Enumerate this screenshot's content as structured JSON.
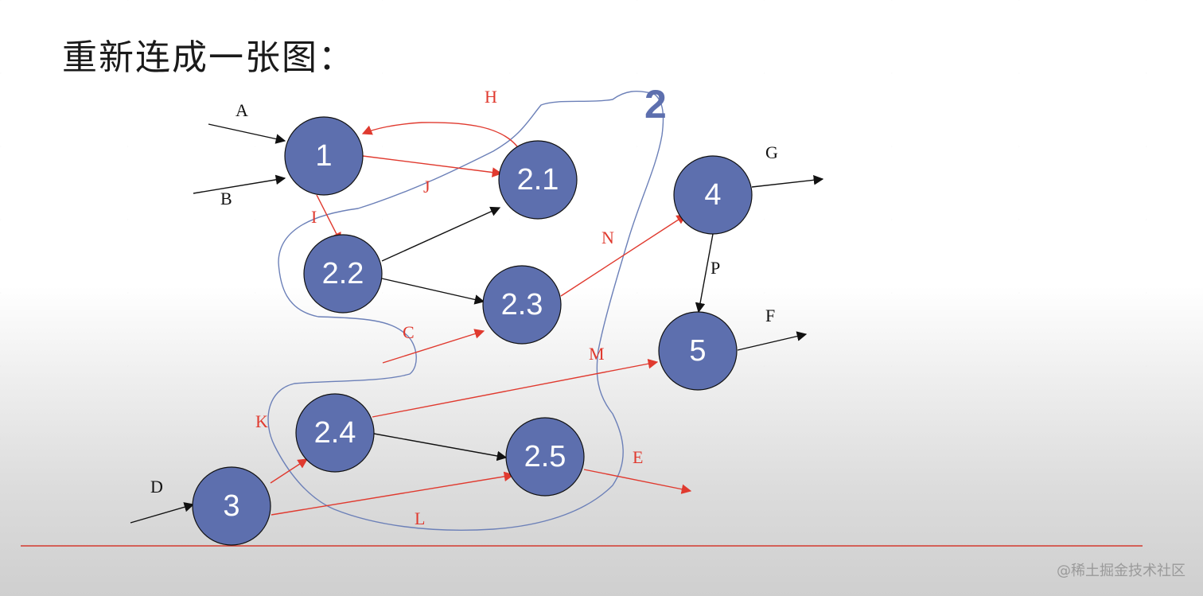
{
  "title": "重新连成一张图：",
  "watermark": "@稀土掘金技术社区",
  "annotation_big": "2",
  "nodes": {
    "n1": "1",
    "n21": "2.1",
    "n22": "2.2",
    "n23": "2.3",
    "n24": "2.4",
    "n25": "2.5",
    "n3": "3",
    "n4": "4",
    "n5": "5"
  },
  "edge_labels": {
    "A": "A",
    "B": "B",
    "C": "C",
    "D": "D",
    "E": "E",
    "F": "F",
    "G": "G",
    "H": "H",
    "I": "I",
    "J": "J",
    "K": "K",
    "L": "L",
    "M": "M",
    "N": "N",
    "P": "P"
  },
  "colors": {
    "node_fill": "#5d6fae",
    "internal_edge": "#111111",
    "boundary_edge": "#e03a2f",
    "lasso": "#6c80b8",
    "baseline": "#d43a2f"
  }
}
